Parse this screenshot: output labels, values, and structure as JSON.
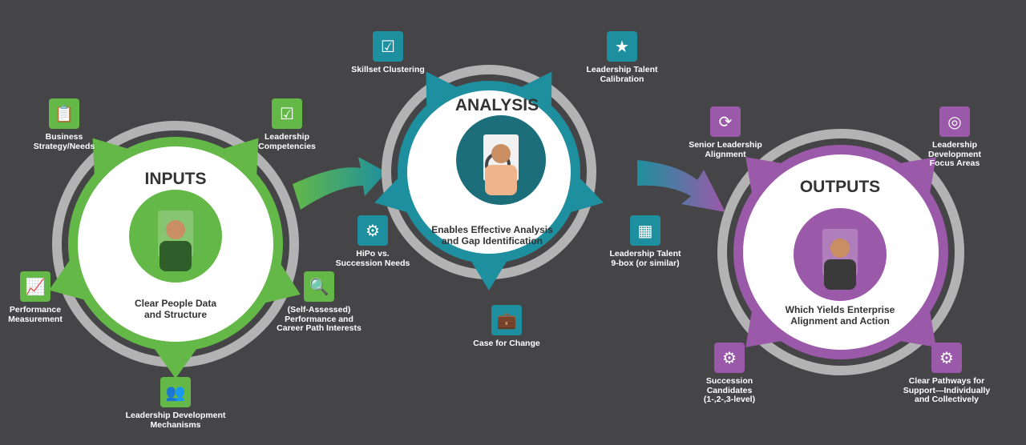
{
  "colors": {
    "background": "#454547",
    "inputs": "#63b847",
    "analysis": "#1e8f9e",
    "outputs": "#9b59a9",
    "ring_gray": "#b3b3b3"
  },
  "inputs": {
    "title": "INPUTS",
    "subtitle_line1": "Clear People Data",
    "subtitle_line2": "and Structure",
    "items": [
      {
        "icon": "strategy-clipboard-icon",
        "glyph": "📋",
        "line1": "Business",
        "line2": "Strategy/Needs"
      },
      {
        "icon": "person-checklist-icon",
        "glyph": "☑",
        "line1": "Leadership",
        "line2": "Competencies"
      },
      {
        "icon": "performance-chart-icon",
        "glyph": "📈",
        "line1": "Performance",
        "line2": "Measurement"
      },
      {
        "icon": "clipboard-search-icon",
        "glyph": "🔍",
        "line1": "(Self-Assessed)",
        "line2": "Performance and",
        "line3": "Career Path Interests"
      },
      {
        "icon": "team-globe-icon",
        "glyph": "👥",
        "line1": "Leadership Development",
        "line2": "Mechanisms"
      }
    ]
  },
  "analysis": {
    "title": "ANALYSIS",
    "subtitle_line1": "Enables Effective Analysis",
    "subtitle_line2": "and Gap Identification",
    "items": [
      {
        "icon": "skillset-checklist-icon",
        "glyph": "☑",
        "line1": "Skillset Clustering"
      },
      {
        "icon": "star-hand-icon",
        "glyph": "★",
        "line1": "Leadership Talent",
        "line2": "Calibration"
      },
      {
        "icon": "hipo-stairs-icon",
        "glyph": "⚙",
        "line1": "HiPo vs.",
        "line2": "Succession Needs"
      },
      {
        "icon": "grid-9box-icon",
        "glyph": "▦",
        "line1": "Leadership Talent",
        "line2": "9-box (or similar)"
      },
      {
        "icon": "briefcase-icon",
        "glyph": "💼",
        "line1": "Case for Change"
      }
    ]
  },
  "outputs": {
    "title": "OUTPUTS",
    "subtitle_line1": "Which Yields Enterprise",
    "subtitle_line2": "Alignment and Action",
    "items": [
      {
        "icon": "team-alignment-icon",
        "glyph": "⟳",
        "line1": "Senior Leadership",
        "line2": "Alignment"
      },
      {
        "icon": "venn-circles-icon",
        "glyph": "◎",
        "line1": "Leadership",
        "line2": "Development",
        "line3": "Focus Areas"
      },
      {
        "icon": "gear-person-icon",
        "glyph": "⚙",
        "line1": "Succession",
        "line2": "Candidates",
        "line3": "(1-,2-,3-level)"
      },
      {
        "icon": "pathways-people-icon",
        "glyph": "⚙",
        "line1": "Clear Pathways for",
        "line2": "Support—Individually",
        "line3": "and Collectively"
      }
    ]
  }
}
